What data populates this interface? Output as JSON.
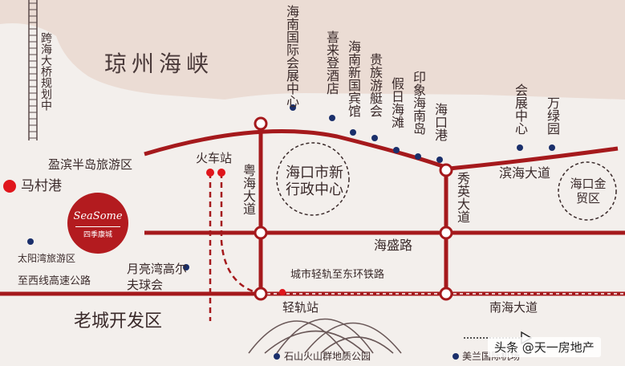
{
  "labels": {
    "strait": "琼州海峡",
    "bridge_plan": "跨海大桥规划中",
    "convention_hainan": "海南国际会展中心",
    "xilai_hotel": "喜来登酒店",
    "hainan_guesthouse": "海南新国宾馆",
    "guizu_yacht": "贵族游艇会",
    "jiari_beach": "假日海滩",
    "yinxiang_island": "印象海南岛",
    "haikou_port": "海口港",
    "convention_center": "会展中心",
    "wanlv_park": "万绿园",
    "yingbin_peninsula": "盈滨半岛旅游区",
    "macun_port": "马村港",
    "train_station": "火车站",
    "yuehai_road": "粤海大道",
    "admin_center": "海口市新行政中心",
    "xiuying_road": "秀英大道",
    "binhai_road": "滨海大道",
    "trade_zone": "海口金贸区",
    "haisheng_road": "海盛路",
    "taiyang_bay": "太阳湾旅游区",
    "yueliang_bay": "月亮湾高尔夫球会",
    "xixian_highway": "至西线高速公路",
    "rail_east_ring": "城市轻轨至东环铁路",
    "light_rail_station": "轻轨站",
    "nanhai_road": "南海大道",
    "old_city": "老城开发区",
    "volcano_park": "石山火山群地质公园",
    "meilan_airport": "美兰国际机场"
  },
  "logo": {
    "brand": "SeaSome",
    "sub": "四季康城"
  },
  "watermark": "头条 @天一房地产",
  "colors": {
    "road": "#a5191c",
    "land": "#f4f0ed",
    "sea": "#e8dad2",
    "accent": "#e0161c",
    "dot": "#1a2f6b"
  }
}
